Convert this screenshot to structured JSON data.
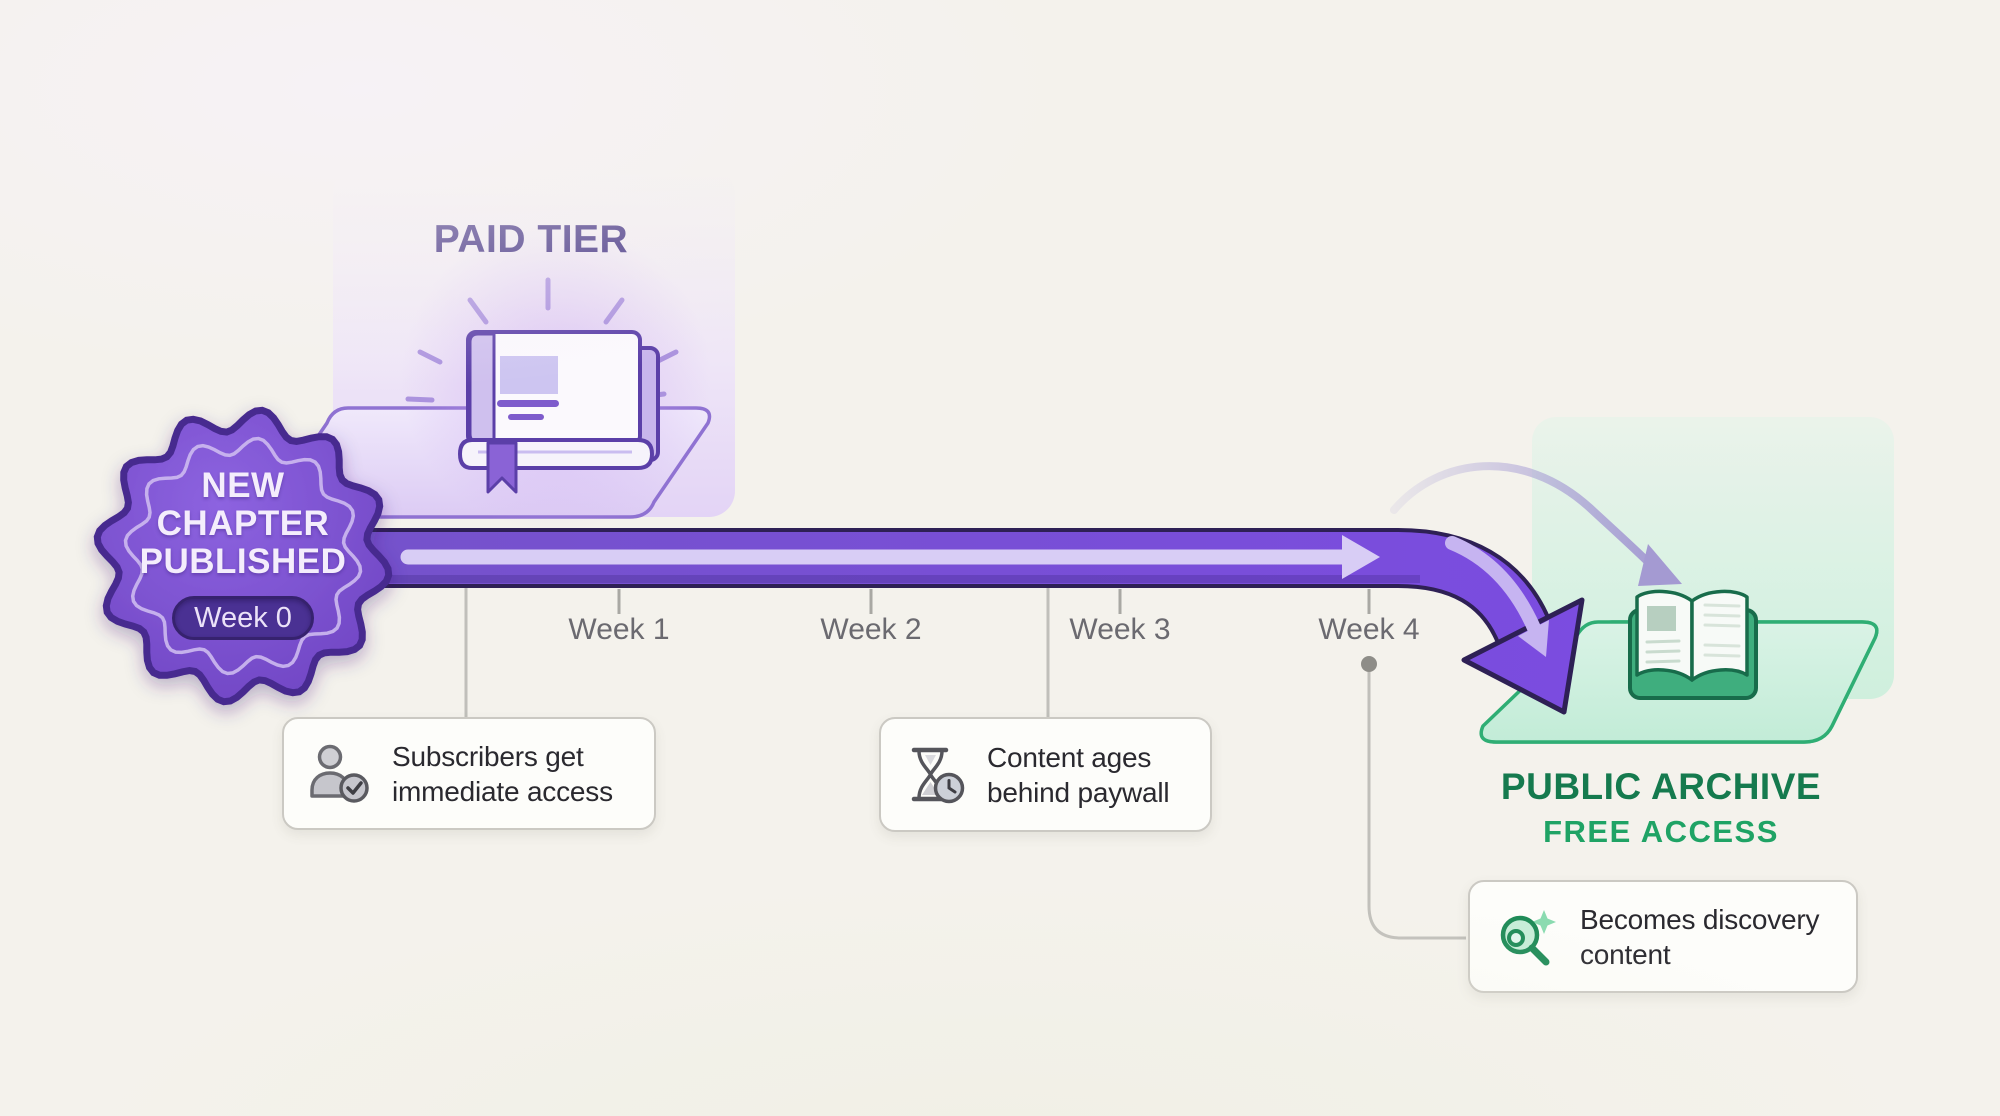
{
  "paid_tier": {
    "label": "PAID TIER"
  },
  "badge": {
    "line1": "NEW",
    "line2": "CHAPTER",
    "line3": "PUBLISHED",
    "week": "Week 0"
  },
  "timeline": {
    "weeks": [
      {
        "label": "Week 1"
      },
      {
        "label": "Week 2"
      },
      {
        "label": "Week 3"
      },
      {
        "label": "Week 4"
      }
    ]
  },
  "callouts": [
    {
      "icon": "subscribers-check-icon",
      "line1": "Subscribers get",
      "line2": "immediate access"
    },
    {
      "icon": "hourglass-clock-icon",
      "line1": "Content ages",
      "line2": "behind paywall"
    },
    {
      "icon": "discovery-magnifier-icon",
      "line1": "Becomes discovery",
      "line2": "content"
    }
  ],
  "public_archive": {
    "title": "PUBLIC ARCHIVE",
    "subtitle": "FREE ACCESS"
  },
  "colors": {
    "purple_band": "#7a52d4",
    "purple_dark": "#2e2055",
    "purple_badge": "#7b4fd0",
    "lavender_arrow": "#d8cdf5",
    "green_dark": "#157a4e",
    "green_mid": "#2fae74",
    "green_light": "#d6f1e2",
    "gray_text": "#6b6a70",
    "card_text": "#2a292f"
  }
}
